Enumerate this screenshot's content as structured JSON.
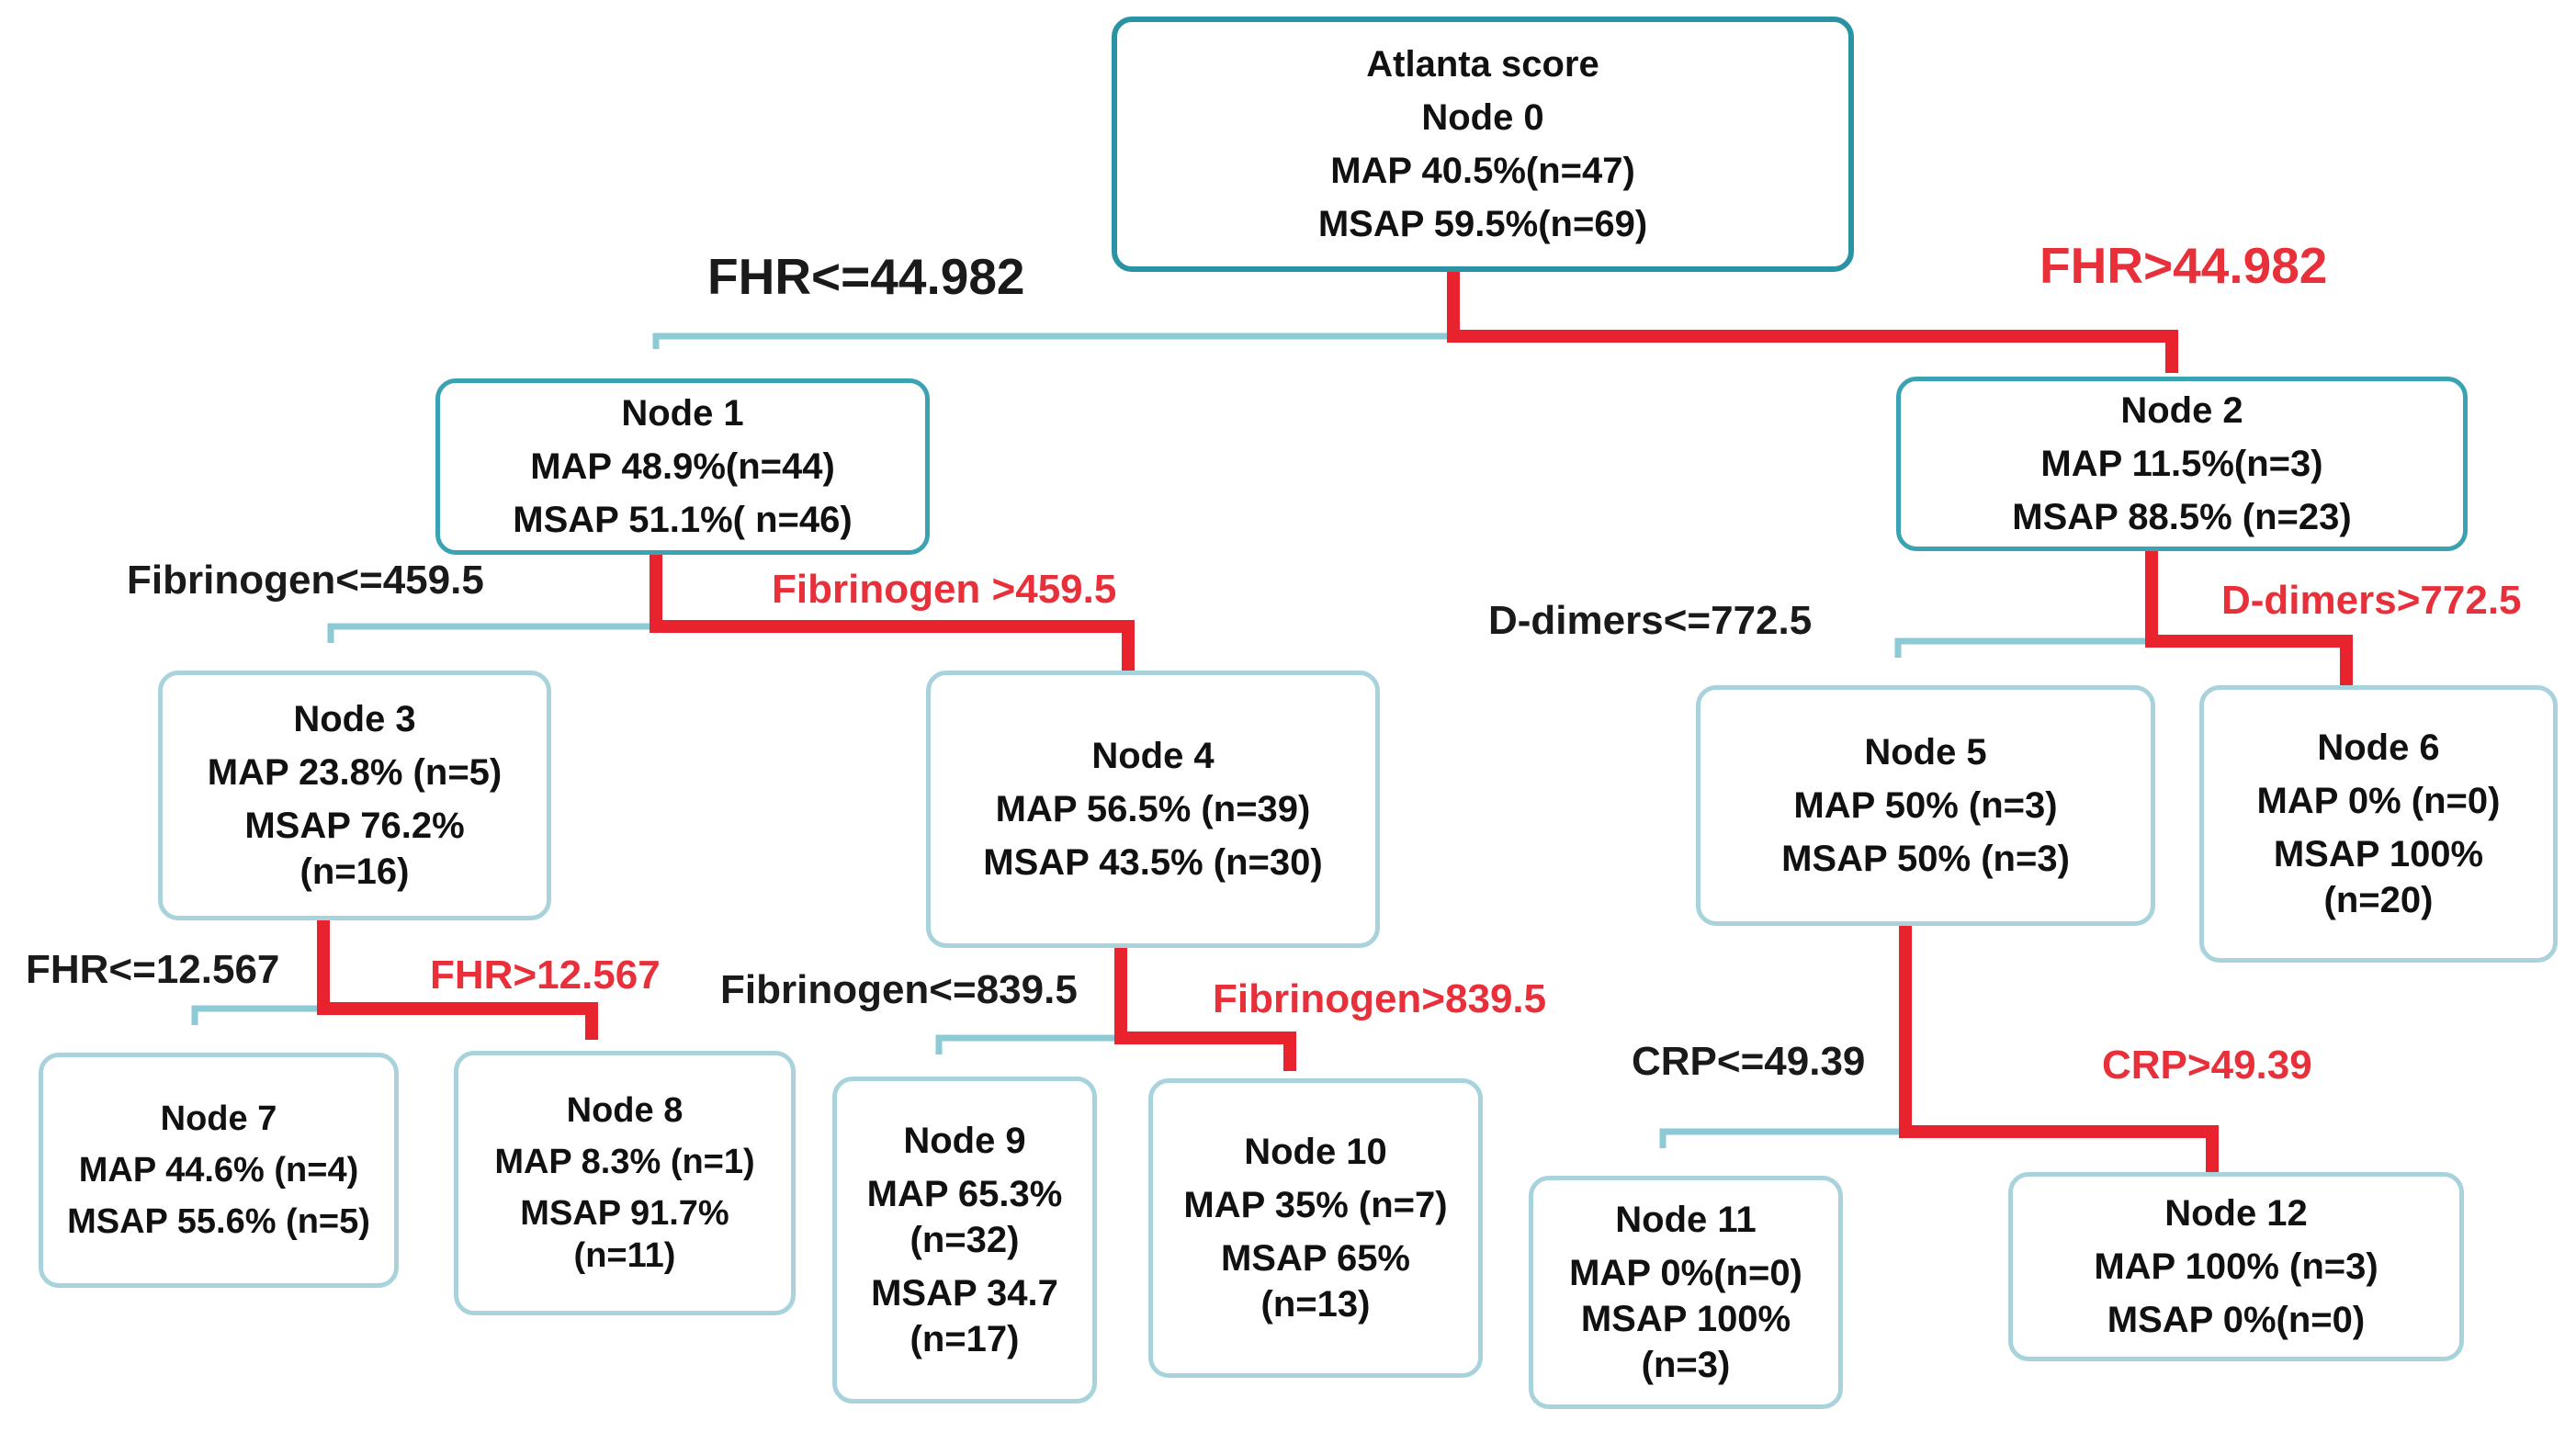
{
  "colors": {
    "left_branch_line": "#8ccad6",
    "right_branch_line": "#e8232e",
    "left_label": "#1a1a1a",
    "right_label": "#e8303b",
    "box_border": "#a8d3dc",
    "root_border": "#2a93a3"
  },
  "nodes": {
    "n0": {
      "title": "Atlanta score",
      "name": "Node 0",
      "map": "MAP 40.5%(n=47)",
      "msap": "MSAP 59.5%(n=69)"
    },
    "n1": {
      "name": "Node 1",
      "map": "MAP 48.9%(n=44)",
      "msap": "MSAP 51.1%( n=46)"
    },
    "n2": {
      "name": "Node 2",
      "map": "MAP 11.5%(n=3)",
      "msap": "MSAP 88.5% (n=23)"
    },
    "n3": {
      "name": "Node 3",
      "map": "MAP 23.8% (n=5)",
      "msap": "MSAP 76.2%",
      "msap_n": "(n=16)"
    },
    "n4": {
      "name": "Node 4",
      "map": "MAP 56.5% (n=39)",
      "msap": "MSAP  43.5% (n=30)"
    },
    "n5": {
      "name": "Node 5",
      "map": "MAP 50% (n=3)",
      "msap": "MSAP 50% (n=3)"
    },
    "n6": {
      "name": "Node 6",
      "map": "MAP 0% (n=0)",
      "msap": "MSAP 100%",
      "msap_n": "(n=20)"
    },
    "n7": {
      "name": "Node 7",
      "map": "MAP 44.6% (n=4)",
      "msap": "MSAP 55.6% (n=5)"
    },
    "n8": {
      "name": "Node 8",
      "map": "MAP 8.3% (n=1)",
      "msap": "MSAP 91.7%",
      "msap_n": "(n=11)"
    },
    "n9": {
      "name": "Node 9",
      "map": "MAP 65.3%",
      "map_n": "(n=32)",
      "msap": "MSAP 34.7",
      "msap_n": "(n=17)"
    },
    "n10": {
      "name": "Node 10",
      "map": "MAP 35% (n=7)",
      "msap": "MSAP 65%",
      "msap_n": "(n=13)"
    },
    "n11": {
      "name": "Node 11",
      "map": "MAP 0%(n=0)",
      "msap": "MSAP 100%",
      "msap_n": "(n=3)"
    },
    "n12": {
      "name": "Node 12",
      "map": "MAP 100% (n=3)",
      "msap": "MSAP 0%(n=0)"
    }
  },
  "splits": {
    "s0": {
      "left": "FHR<=44.982",
      "right": "FHR>44.982"
    },
    "s1": {
      "left": "Fibrinogen<=459.5",
      "right": "Fibrinogen >459.5"
    },
    "s2": {
      "left": "D-dimers<=772.5",
      "right": "D-dimers>772.5"
    },
    "s3": {
      "left": "FHR<=12.567",
      "right": "FHR>12.567"
    },
    "s4": {
      "left": "Fibrinogen<=839.5",
      "right": "Fibrinogen>839.5"
    },
    "s5": {
      "left": "CRP<=49.39",
      "right": "CRP>49.39"
    }
  }
}
